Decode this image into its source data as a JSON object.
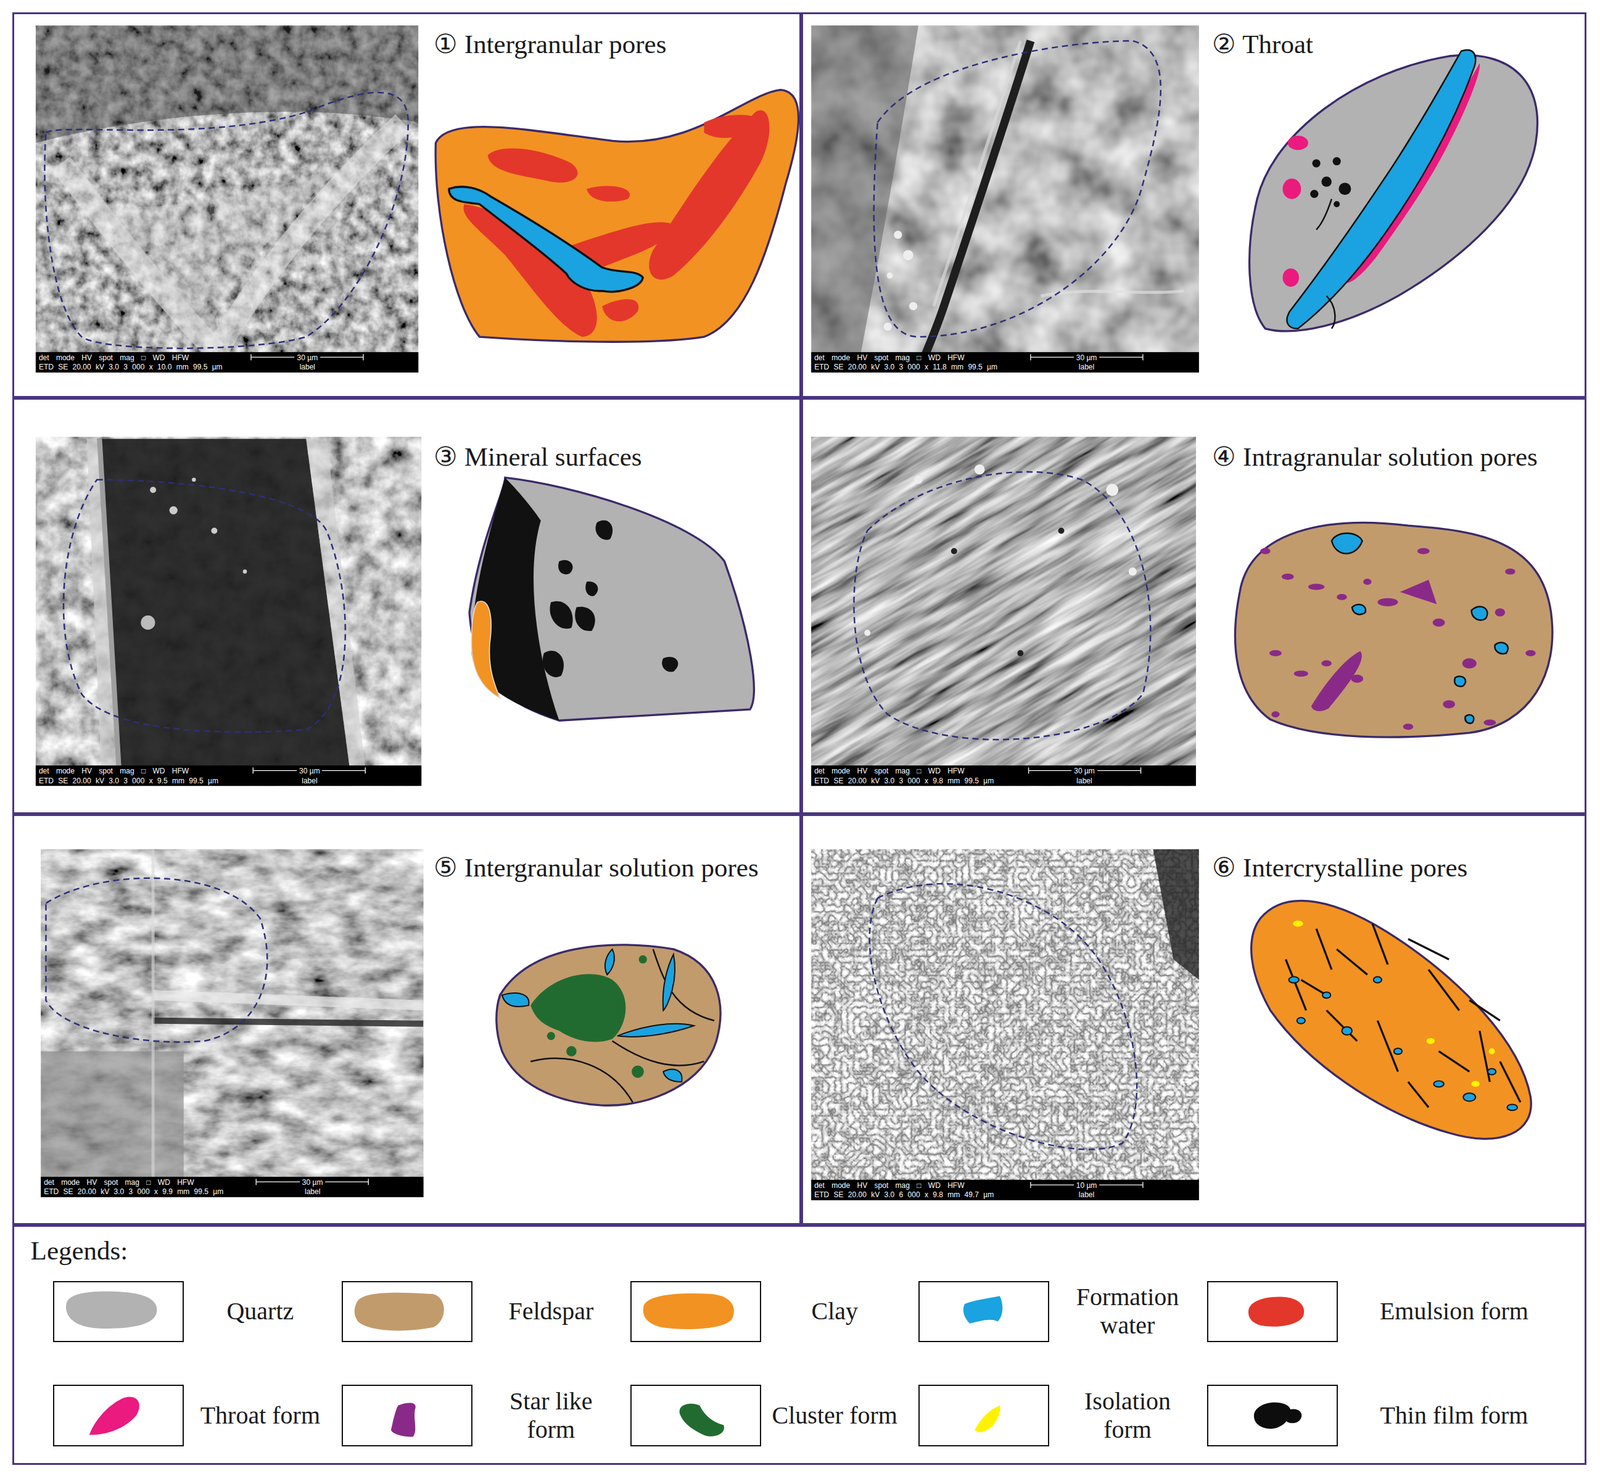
{
  "diagram": {
    "nodes": [
      {
        "text": [
          "① Intergranular pores"
        ]
      },
      {
        "text": [
          "② Throat"
        ]
      },
      {
        "text": [
          "③ Mineral surfaces"
        ]
      },
      {
        "text": [
          "④ Intragranular solution pores"
        ]
      },
      {
        "text": [
          "⑤ Intergranular solution pores"
        ]
      },
      {
        "text": [
          "⑥ Intercrystalline pores"
        ]
      },
      {
        "text": [
          "Legends:"
        ]
      }
    ],
    "labels": [
      "det mode HV spot mag □ WD HFW",
      "30 µm",
      "ETD SE 20.00 kV 3.0 3 000 x 10.0 mm 99.5 µm",
      "label",
      "det mode HV spot mag □ WD HFW",
      "30 µm",
      "ETD SE 20.00 kV 3.0 3 000 x 11.8 mm 99.5 µm",
      "label",
      "det mode HV spot mag □ WD HFW",
      "30 µm",
      "ETD SE 20.00 kV 3.0 3 000 x 9.5 mm 99.5 µm",
      "label",
      "det mode HV spot mag □ WD HFW",
      "30 µm",
      "ETD SE 20.00 kV 3.0 3 000 x 9.8 mm 99.5 µm",
      "label",
      "det mode HV spot mag □ WD HFW",
      "30 µm",
      "ETD SE 20.00 kV 3.0 3 000 x 9.9 mm 99.5 µm",
      "label",
      "det mode HV spot mag □ WD HFW",
      "10 µm",
      "ETD SE 20.00 kV 3.0 6 000 x 9.8 mm 49.7 µm",
      "label"
    ],
    "legend": [
      {
        "text": "Quartz",
        "color": "#b2b2b2"
      },
      {
        "text": "Feldspar",
        "color": "#c29b6c"
      },
      {
        "text": "Clay",
        "color": "#f29222"
      },
      {
        "text": "Formation water",
        "color": "#1aa3e0"
      },
      {
        "text": "Emulsion form",
        "color": "#e3372b"
      },
      {
        "text": "Throat form",
        "color": "#ea1a7f"
      },
      {
        "text": "Star like form",
        "color": "#8a2a88"
      },
      {
        "text": "Cluster form",
        "color": "#226b30"
      },
      {
        "text": "Isolation form",
        "color": "#fff200"
      },
      {
        "text": "Thin film form",
        "color": "#0d0d0d"
      }
    ]
  }
}
